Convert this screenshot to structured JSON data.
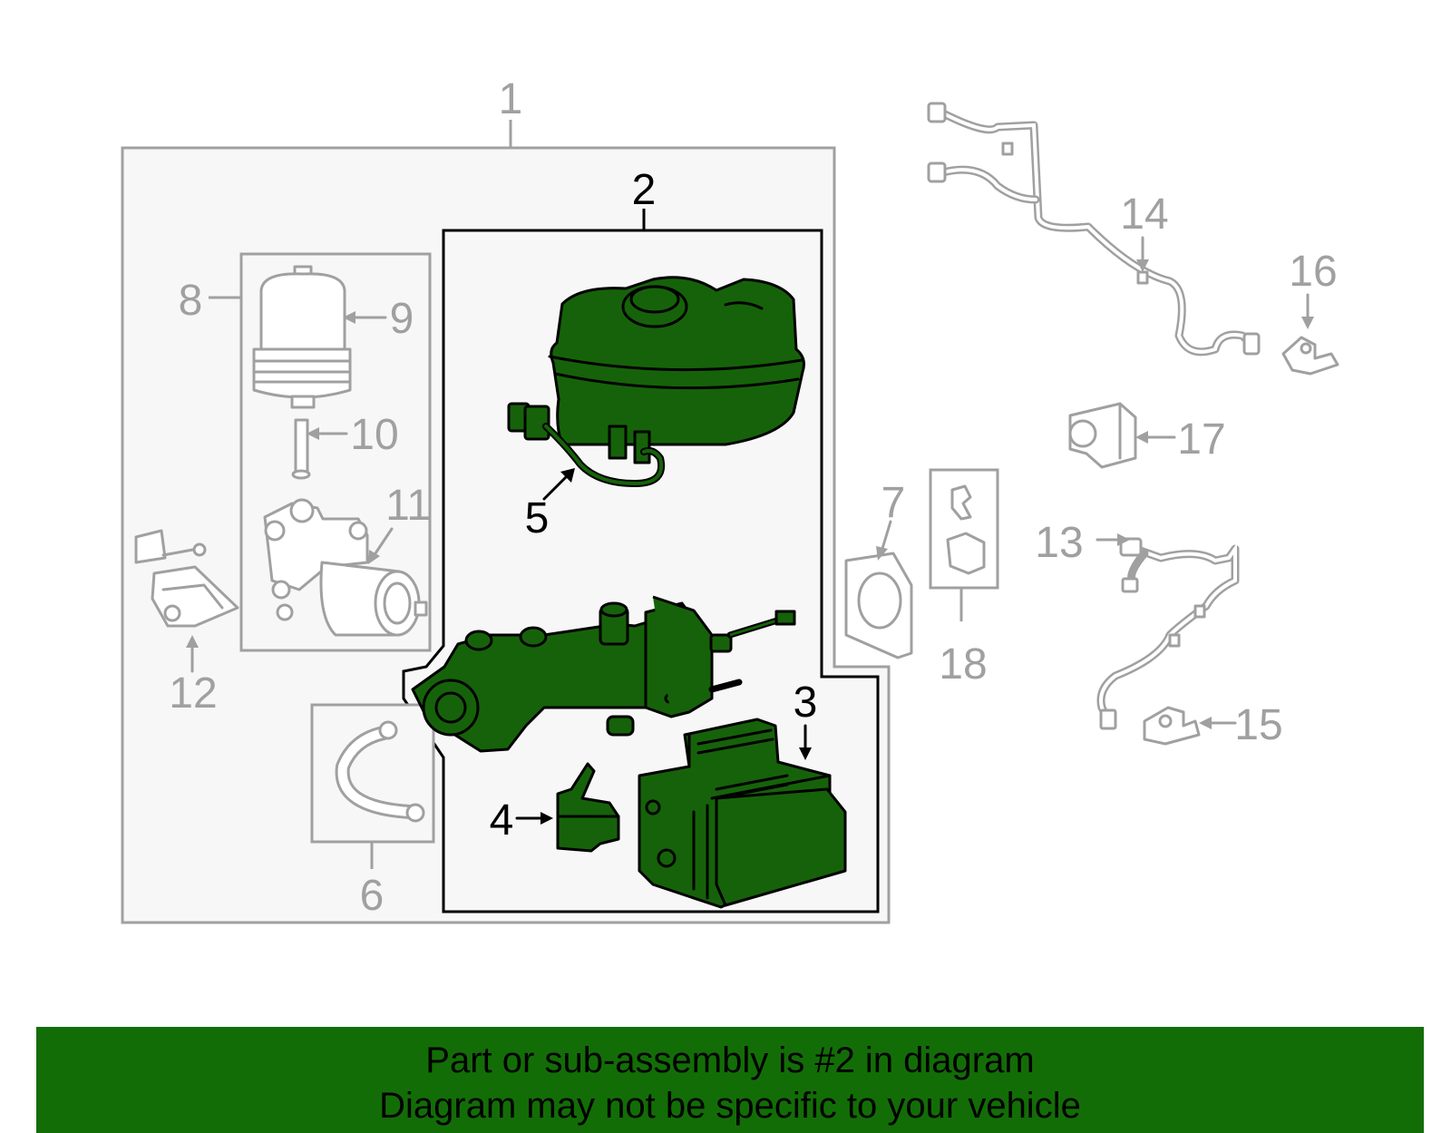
{
  "diagram": {
    "callouts": [
      "1",
      "2",
      "3",
      "4",
      "5",
      "6",
      "7",
      "8",
      "9",
      "10",
      "11",
      "12",
      "13",
      "14",
      "15",
      "16",
      "17",
      "18"
    ],
    "colors": {
      "highlight": "#16620a",
      "banner": "#136d07",
      "outline_gray": "#a0a0a0",
      "panel_bg": "#f7f7f7"
    }
  },
  "banner": {
    "line1": "Part or sub-assembly is #2 in diagram",
    "line2": "Diagram may not be specific to your vehicle"
  }
}
